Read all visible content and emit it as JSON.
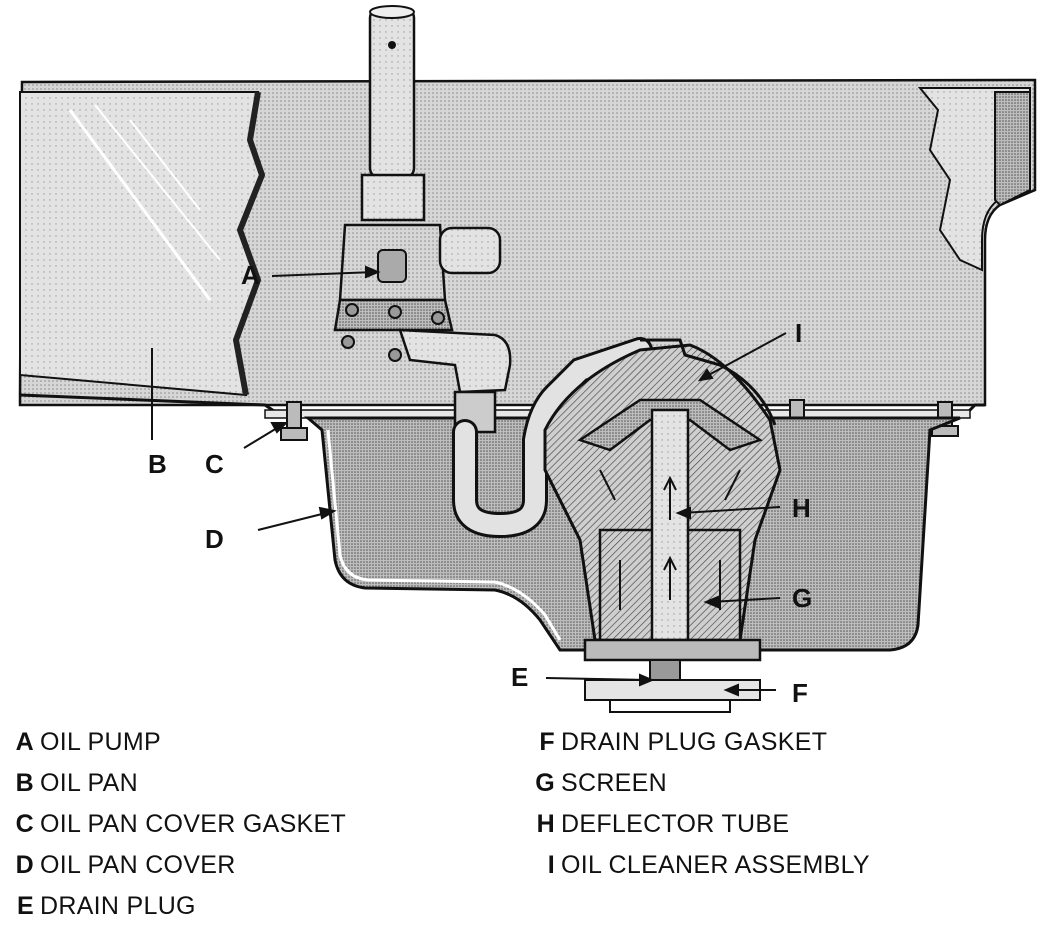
{
  "colors": {
    "ink": "#111111",
    "pan_fill": "#c9c9c9",
    "cover_fill": "#b5b5b5",
    "part_fill": "#9a9a9a",
    "paper": "#ffffff"
  },
  "callouts": {
    "A": "A",
    "B": "B",
    "C": "C",
    "D": "D",
    "E": "E",
    "F": "F",
    "G": "G",
    "H": "H",
    "I": "I"
  },
  "legend": [
    {
      "letter": "A",
      "label": "OIL PUMP"
    },
    {
      "letter": "B",
      "label": "OIL PAN"
    },
    {
      "letter": "C",
      "label": "OIL PAN COVER GASKET"
    },
    {
      "letter": "D",
      "label": "OIL PAN COVER"
    },
    {
      "letter": "E",
      "label": "DRAIN PLUG"
    },
    {
      "letter": "F",
      "label": "DRAIN PLUG GASKET"
    },
    {
      "letter": "G",
      "label": "SCREEN"
    },
    {
      "letter": "H",
      "label": "DEFLECTOR TUBE"
    },
    {
      "letter": "I",
      "label": "OIL CLEANER ASSEMBLY"
    }
  ]
}
